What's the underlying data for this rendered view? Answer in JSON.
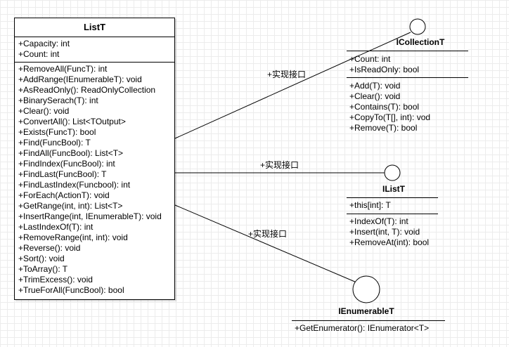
{
  "list_class": {
    "name": "ListT",
    "attributes": [
      "+Capacity: int",
      "+Count: int"
    ],
    "methods": [
      "+RemoveAll(FuncT): int",
      "+AddRange(IEnumerableT): void",
      "+AsReadOnly(): ReadOnlyCollection",
      "+BinarySerach(T): int",
      "+Clear(): void",
      "+ConvertAll(): List<TOutput>",
      "+Exists(FuncT): bool",
      "+Find(FuncBool): T",
      "+FindAll(FuncBool): List<T>",
      "+FindIndex(FuncBool): int",
      "+FindLast(FuncBool): T",
      "+FindLastIndex(Funcbool): int",
      "+ForEach(ActionT): void",
      "+GetRange(int, int): List<T>",
      "+InsertRange(int, IEnumerableT): void",
      "+LastIndexOf(T): int",
      "+RemoveRange(int, int): void",
      "+Reverse(): void",
      "+Sort(): void",
      "+ToArray(): T",
      "+TrimExcess(): void",
      "+TrueForAll(FuncBool): bool"
    ]
  },
  "icollection": {
    "name": "ICollectionT",
    "attributes": [
      "+Count: int",
      "+IsReadOnly: bool"
    ],
    "methods": [
      "+Add(T): void",
      "+Clear(): void",
      "+Contains(T): bool",
      "+CopyTo(T[], int): vod",
      "+Remove(T): bool"
    ]
  },
  "ilist": {
    "name": "IListT",
    "attributes": [
      "+this[int]: T"
    ],
    "methods": [
      "+IndexOf(T): int",
      "+Insert(int, T): void",
      "+RemoveAt(int): bool"
    ]
  },
  "ienumerable": {
    "name": "IEnumerableT",
    "methods": [
      "+GetEnumerator(): IEnumerator<T>"
    ]
  },
  "connectors": [
    {
      "label": "+实现接口"
    },
    {
      "label": "+实现接口"
    },
    {
      "label": "+实现接口"
    }
  ]
}
